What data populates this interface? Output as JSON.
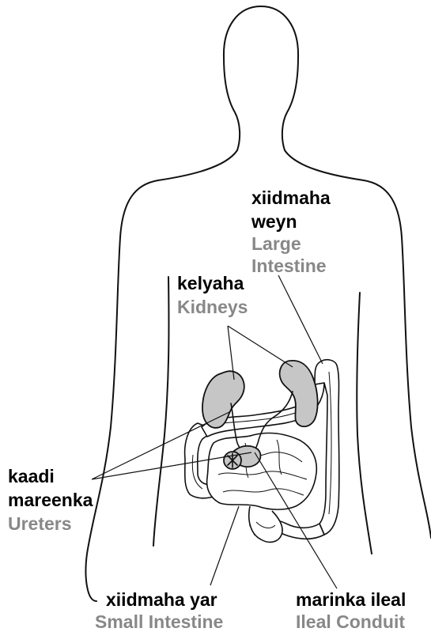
{
  "labels": {
    "large_intestine": {
      "so_line1": "xiidmaha",
      "so_line2": "weyn",
      "en_line1": "Large",
      "en_line2": "Intestine"
    },
    "kidneys": {
      "so": "kelyaha",
      "en": "Kidneys"
    },
    "ureters": {
      "so_line1": "kaadi",
      "so_line2": "mareenka",
      "en": "Ureters"
    },
    "small_intestine": {
      "so": "xiidmaha yar",
      "en": "Small Intestine"
    },
    "ileal_conduit": {
      "so": "marinka ileal",
      "en": "Ileal Conduit"
    }
  },
  "colors": {
    "organ_fill": "#c6c6c6",
    "outline": "#111111",
    "english_label": "#888888",
    "somali_label": "#000000"
  }
}
